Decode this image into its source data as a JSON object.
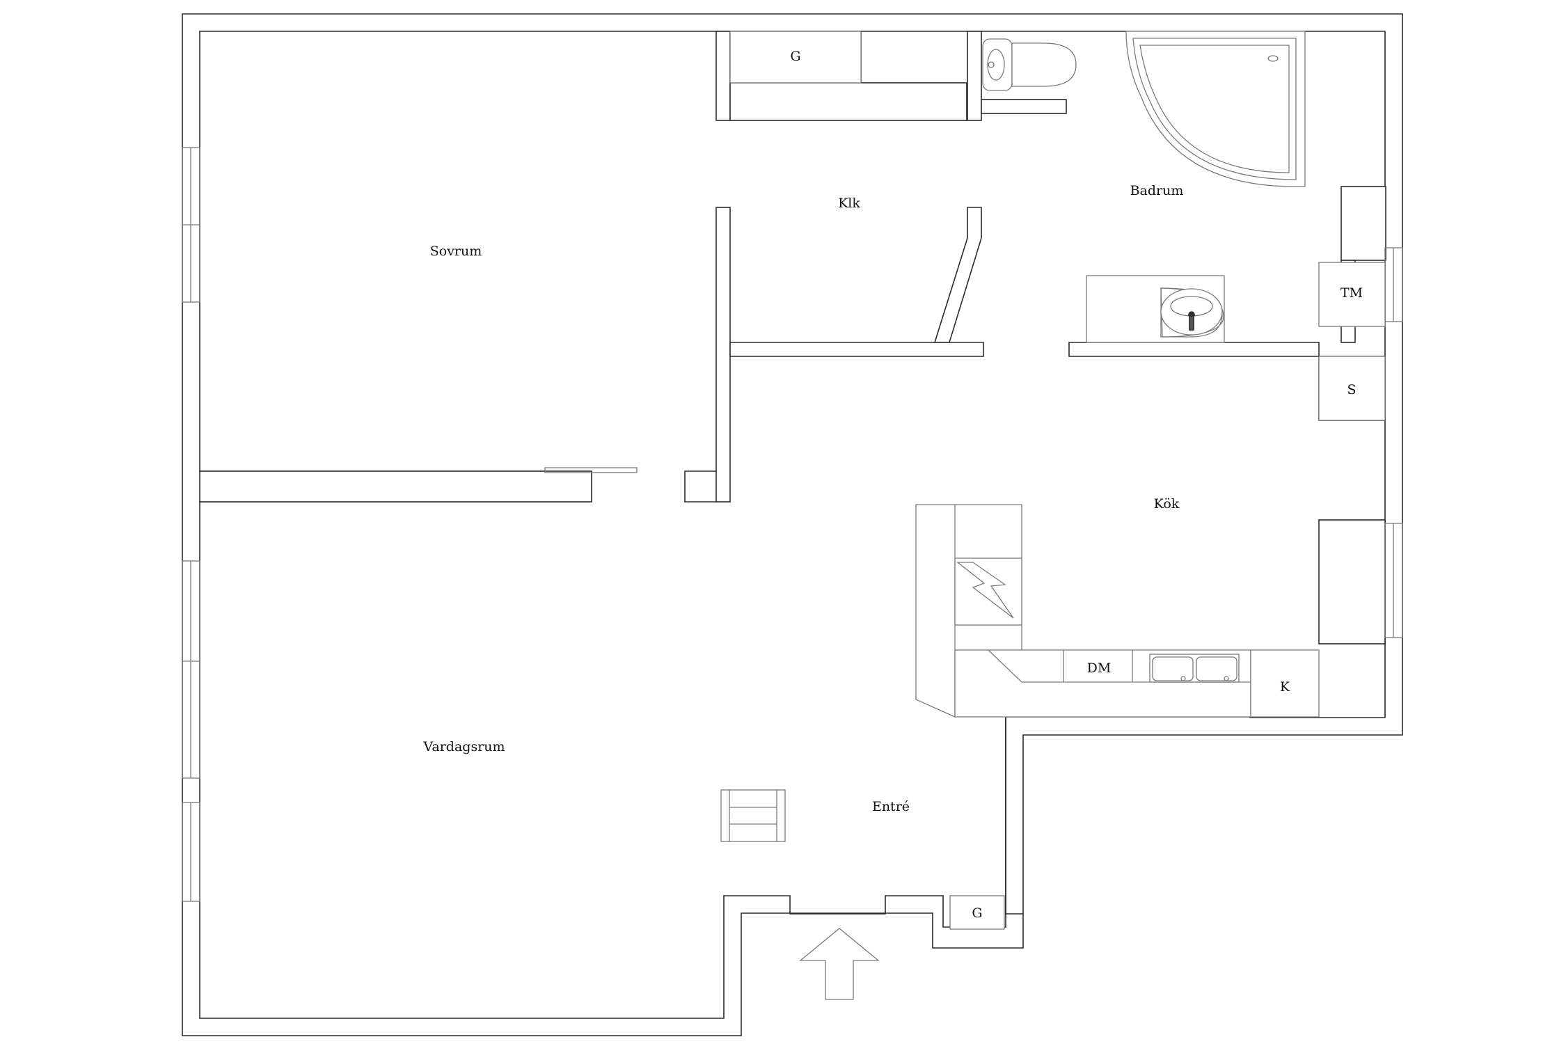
{
  "rooms": {
    "sovrum": "Sovrum",
    "vardagsrum": "Vardagsrum",
    "klk": "Klk",
    "badrum": "Badrum",
    "kok": "Kök",
    "entre": "Entré"
  },
  "fixtures": {
    "garderob_top": "G",
    "garderob_entry": "G",
    "tvattmaskin": "TM",
    "stadskap": "S",
    "diskmaskin": "DM",
    "kyl": "K"
  },
  "colors": {
    "wall": "#2a2a2a",
    "fixture": "#7a7a7a",
    "background": "#ffffff"
  }
}
